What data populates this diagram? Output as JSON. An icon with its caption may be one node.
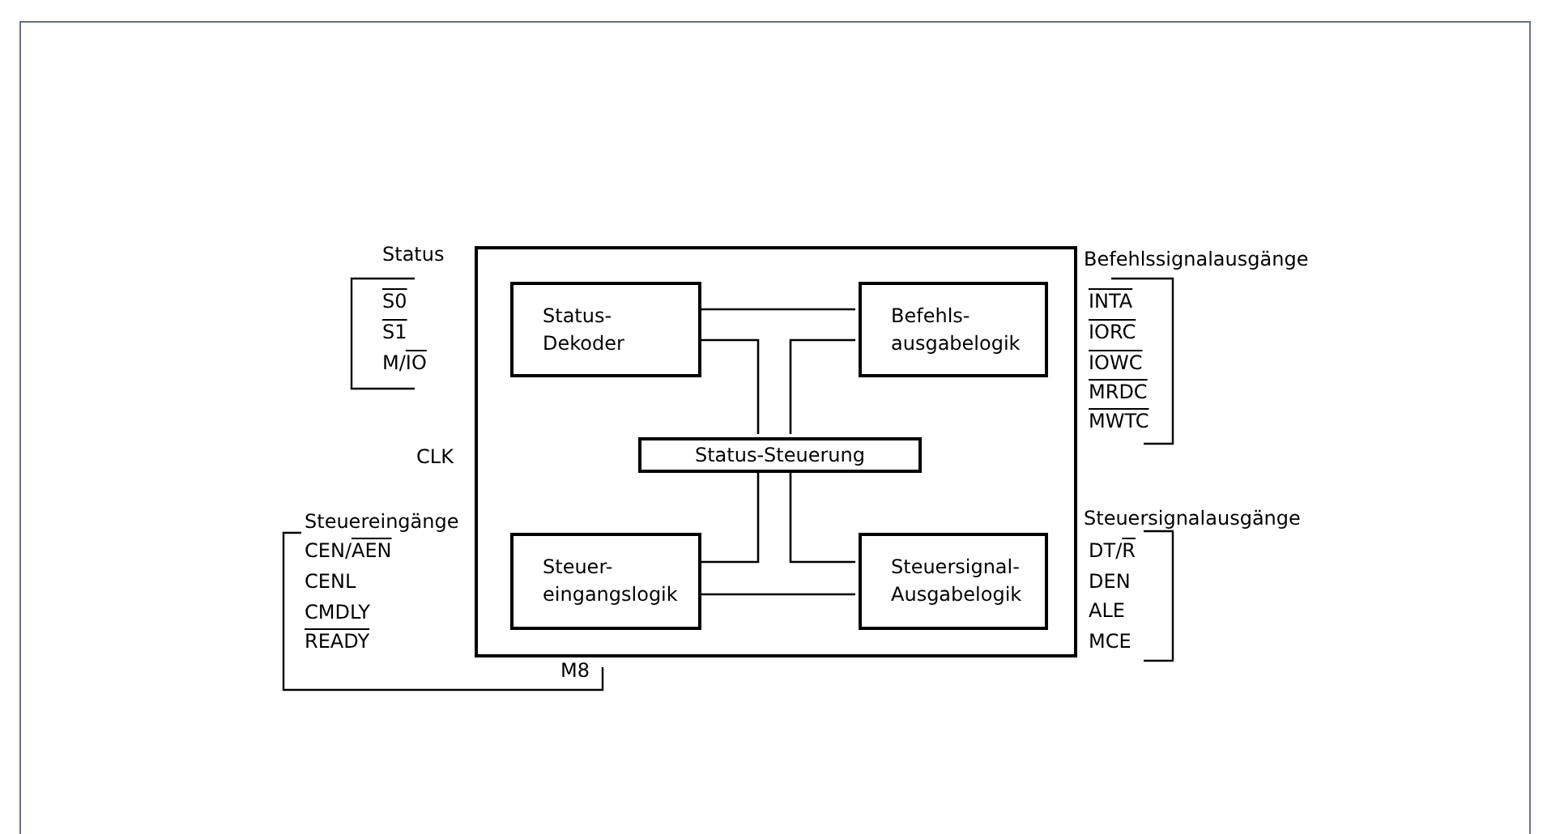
{
  "diagram": {
    "nodes": [
      {
        "text": [],
        "shape": "box"
      },
      {
        "text": [
          "Status- Dekoder"
        ],
        "in": 0
      },
      {
        "text": [
          "Befehls- ausgabelogik"
        ],
        "in": 0
      },
      {
        "text": [
          "Status-Steuerung"
        ],
        "in": 0
      },
      {
        "text": [
          "Steuer- eingangslogik"
        ],
        "in": 0
      },
      {
        "text": [
          "Steuersignal- Ausgabelogik"
        ],
        "in": 0
      }
    ],
    "edges": [
      {
        "from": 1,
        "to": 2,
        "arrow": "none"
      },
      {
        "from": 1,
        "to": 3,
        "arrow": "none"
      },
      {
        "from": 2,
        "to": 3,
        "arrow": "none"
      },
      {
        "from": 3,
        "to": 4,
        "arrow": "none"
      },
      {
        "from": 3,
        "to": 5,
        "arrow": "none"
      },
      {
        "from": 4,
        "to": 5,
        "arrow": "none"
      }
    ],
    "labels": [
      "Status",
      "S0",
      "S1",
      "M/IO",
      "CLK",
      "Steuereingänge",
      "CEN/AEN",
      "CENL",
      "CMDLY",
      "READY",
      "M8",
      "Befehlssignalausgänge",
      "INTA",
      "IORC",
      "IOWC",
      "MRDC",
      "MWTC",
      "Steuersignalausgänge",
      "DT/R",
      "DEN",
      "ALE",
      "MCE"
    ]
  }
}
